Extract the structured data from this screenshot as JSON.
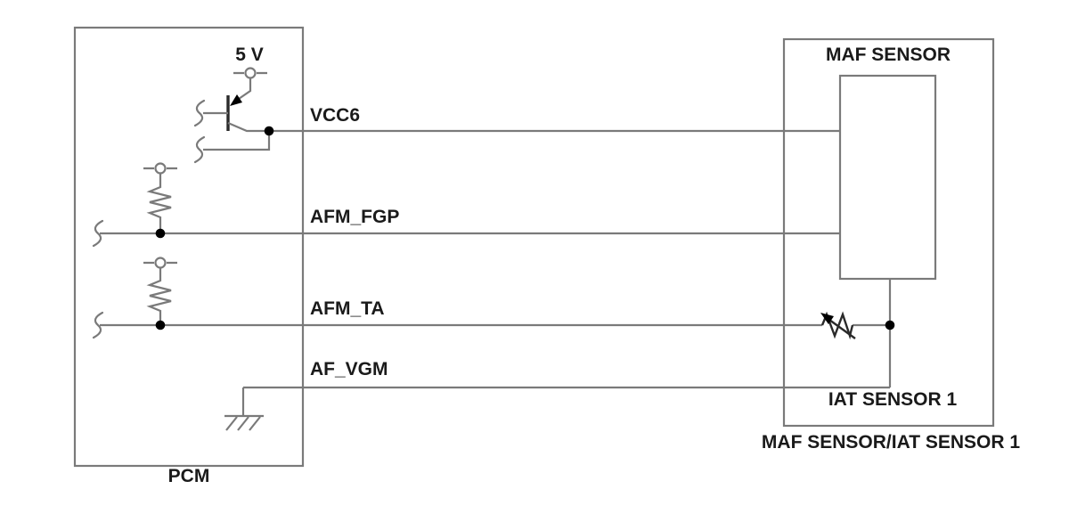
{
  "colors": {
    "line": "#7a7a7a",
    "text": "#1a1a1a",
    "bg": "#ffffff",
    "node": "#000000",
    "symbol": "#2a2a2a"
  },
  "modules": {
    "pcm": {
      "label": "PCM"
    },
    "sensor": {
      "label": "MAF SENSOR/IAT SENSOR 1",
      "maf_label": "MAF SENSOR",
      "iat_label": "IAT SENSOR 1"
    }
  },
  "power": {
    "supply_label": "5 V"
  },
  "signals": [
    {
      "name": "VCC6"
    },
    {
      "name": "AFM_FGP"
    },
    {
      "name": "AFM_TA"
    },
    {
      "name": "AF_VGM"
    }
  ],
  "symbols": [
    {
      "name": "pnp-transistor-icon"
    },
    {
      "name": "pullup-resistor-icon"
    },
    {
      "name": "pullup-resistor-icon"
    },
    {
      "name": "thermistor-icon"
    },
    {
      "name": "chassis-ground-icon"
    },
    {
      "name": "supply-terminal-icon"
    }
  ]
}
